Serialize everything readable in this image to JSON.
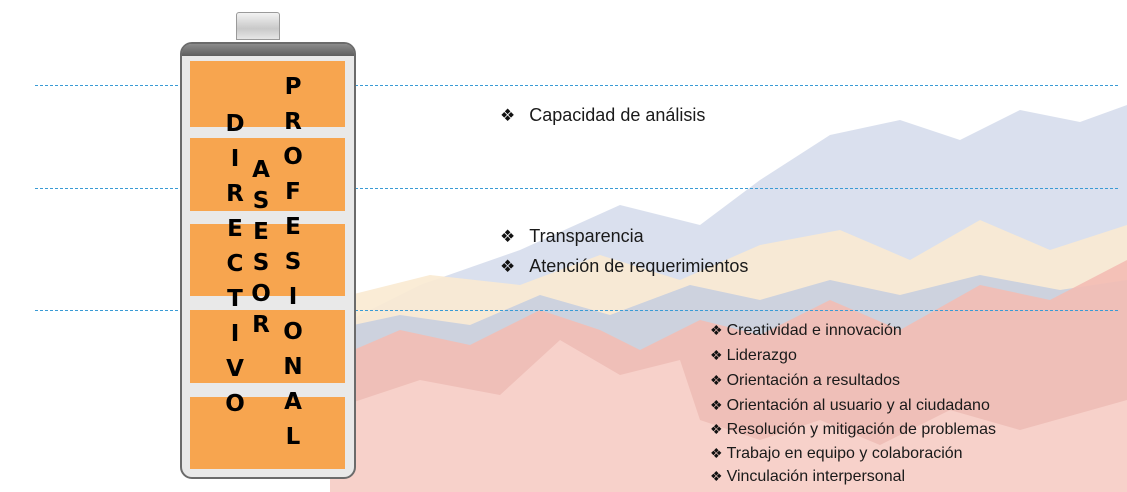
{
  "battery": {
    "columns": [
      {
        "id": "directivo",
        "letters": [
          "D",
          "I",
          "R",
          "E",
          "C",
          "T",
          "I",
          "V",
          "O"
        ]
      },
      {
        "id": "asesor",
        "letters": [
          "A",
          "S",
          "E",
          "S",
          "O",
          "R"
        ]
      },
      {
        "id": "profesional",
        "letters": [
          "P",
          "R",
          "O",
          "F",
          "E",
          "S",
          "I",
          "O",
          "N",
          "A",
          "L"
        ]
      }
    ]
  },
  "bullet_icon": "four-diamond-bullet-icon",
  "levels": [
    {
      "items": [
        "Capacidad de análisis"
      ]
    },
    {
      "items": [
        "Transparencia",
        "Atención de requerimientos"
      ]
    },
    {
      "items": [
        "Creatividad e innovación",
        "Liderazgo",
        "Orientación a resultados",
        "Orientación al usuario y al ciudadano",
        "Resolución y mitigación de problemas",
        "Trabajo en equipo y colaboración",
        "Vinculación interpersonal"
      ]
    }
  ],
  "colors": {
    "cell": "#f7a54f",
    "dashed_line": "#3a9bd5",
    "mountain_red": "#f3b5ad",
    "mountain_blue": "#c9d3e6",
    "mountain_cream": "#f8e7cc"
  }
}
